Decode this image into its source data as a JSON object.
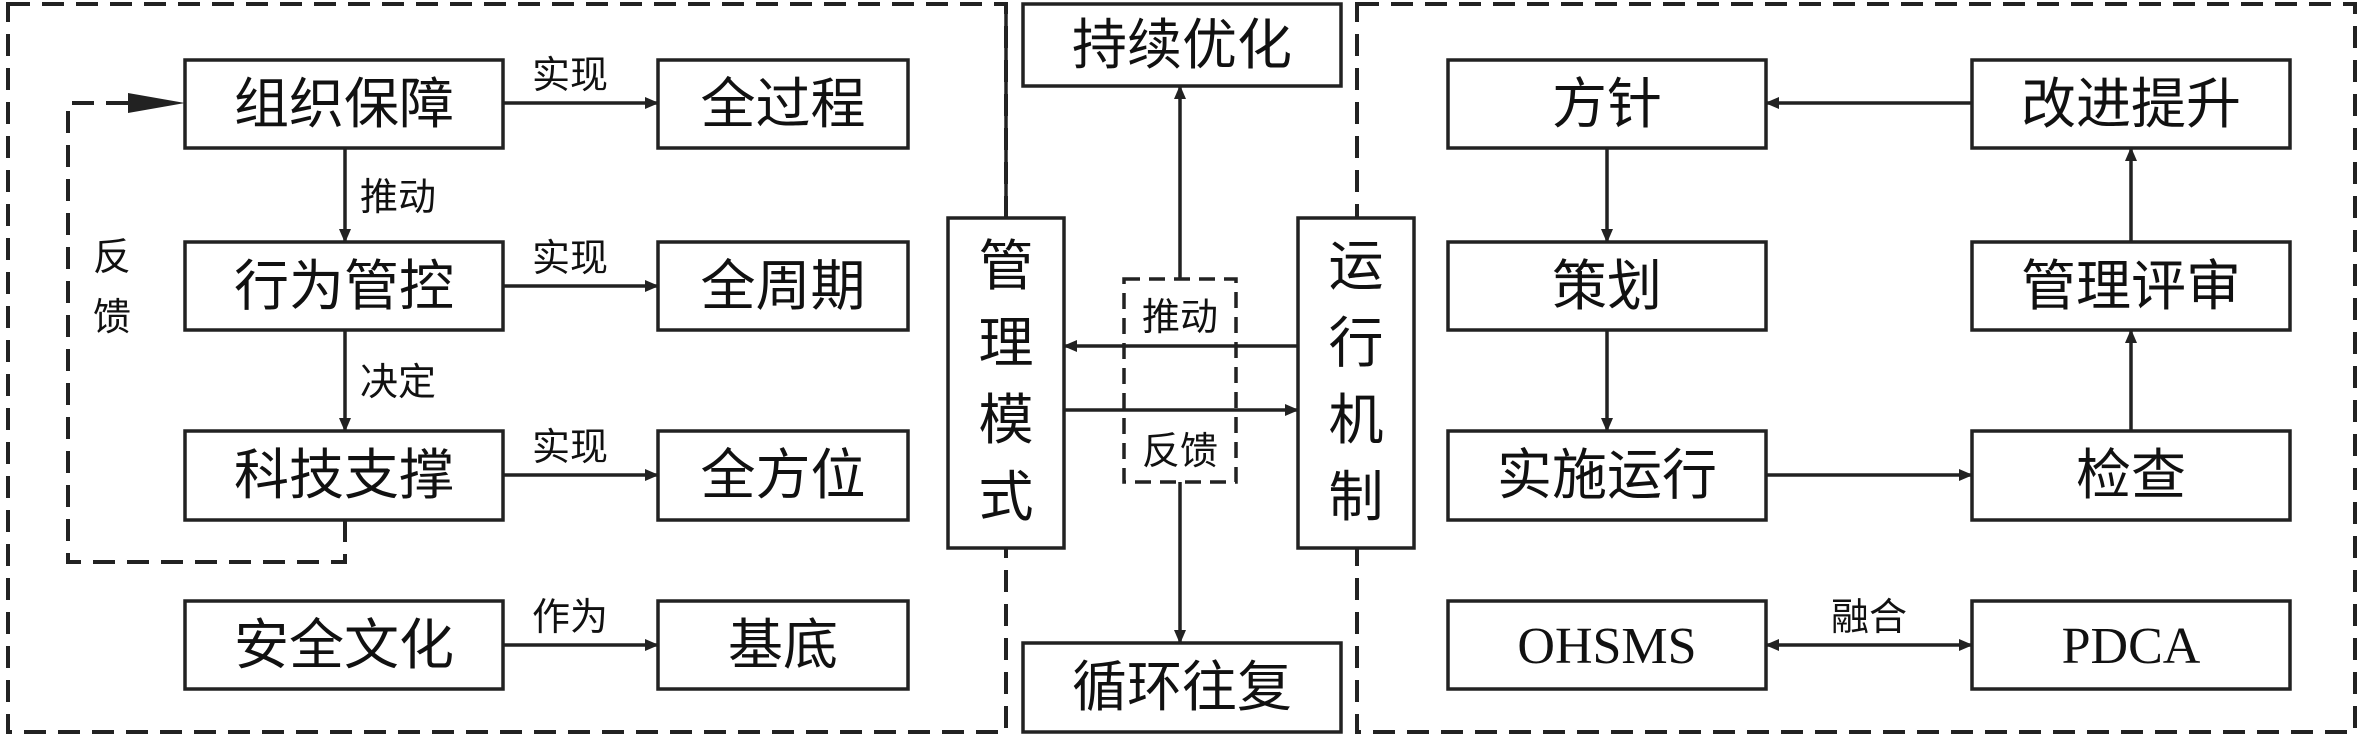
{
  "left": {
    "chain": [
      {
        "label": "组织保障",
        "result": "全过程",
        "link": "实现"
      },
      {
        "label": "行为管控",
        "result": "全周期",
        "link": "实现"
      },
      {
        "label": "科技支撑",
        "result": "全方位",
        "link": "实现"
      }
    ],
    "chain_links": [
      "推动",
      "决定"
    ],
    "culture": {
      "label": "安全文化",
      "result": "基底",
      "link": "作为"
    },
    "feedback_label": [
      "反",
      "馈"
    ]
  },
  "center": {
    "top": "持续优化",
    "bottom": "循环往复",
    "mode_chars": [
      "管",
      "理",
      "模",
      "式"
    ],
    "mechanism_chars": [
      "运",
      "行",
      "机",
      "制"
    ],
    "push_label": "推动",
    "feedback_label": "反馈"
  },
  "right": {
    "policy": "方针",
    "planning": "策划",
    "implementation": "实施运行",
    "check": "检查",
    "review": "管理评审",
    "improve": "改进提升",
    "ohsms": "OHSMS",
    "pdca": "PDCA",
    "fusion_label": "融合"
  }
}
